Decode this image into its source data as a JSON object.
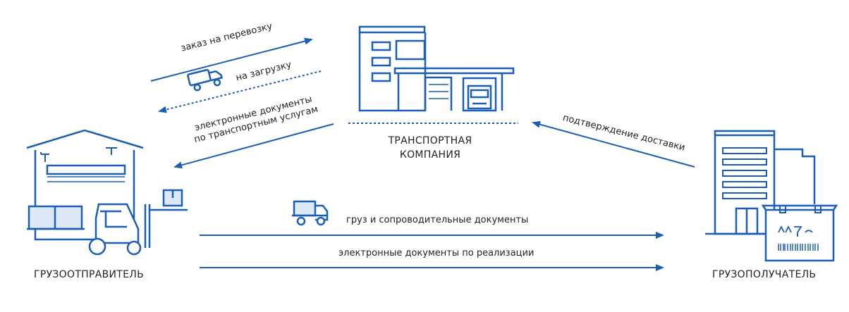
{
  "colors": {
    "primary": "#1a5fb4",
    "ink": "#222222",
    "fill_light": "#dce8f6"
  },
  "nodes": {
    "shipper": {
      "label": "ГРУЗООТПРАВИТЕЛЬ",
      "icon": "warehouse-forklift-icon"
    },
    "transport": {
      "label_line1": "ТРАНСПОРТНАЯ",
      "label_line2": "КОМПАНИЯ",
      "icon": "office-garage-truck-icon"
    },
    "receiver": {
      "label": "ГРУЗОПОЛУЧАТЕЛЬ",
      "icon": "office-building-box-icon"
    }
  },
  "flows": {
    "order": "заказ на перевозку",
    "loading": "на загрузку",
    "edocs_transport_line1": "электронные документы",
    "edocs_transport_line2": "по транспортным услугам",
    "delivery_confirm": "подтверждение доставки",
    "cargo_docs": "груз и сопроводительные документы",
    "edocs_sales": "электронные документы по реализации"
  }
}
